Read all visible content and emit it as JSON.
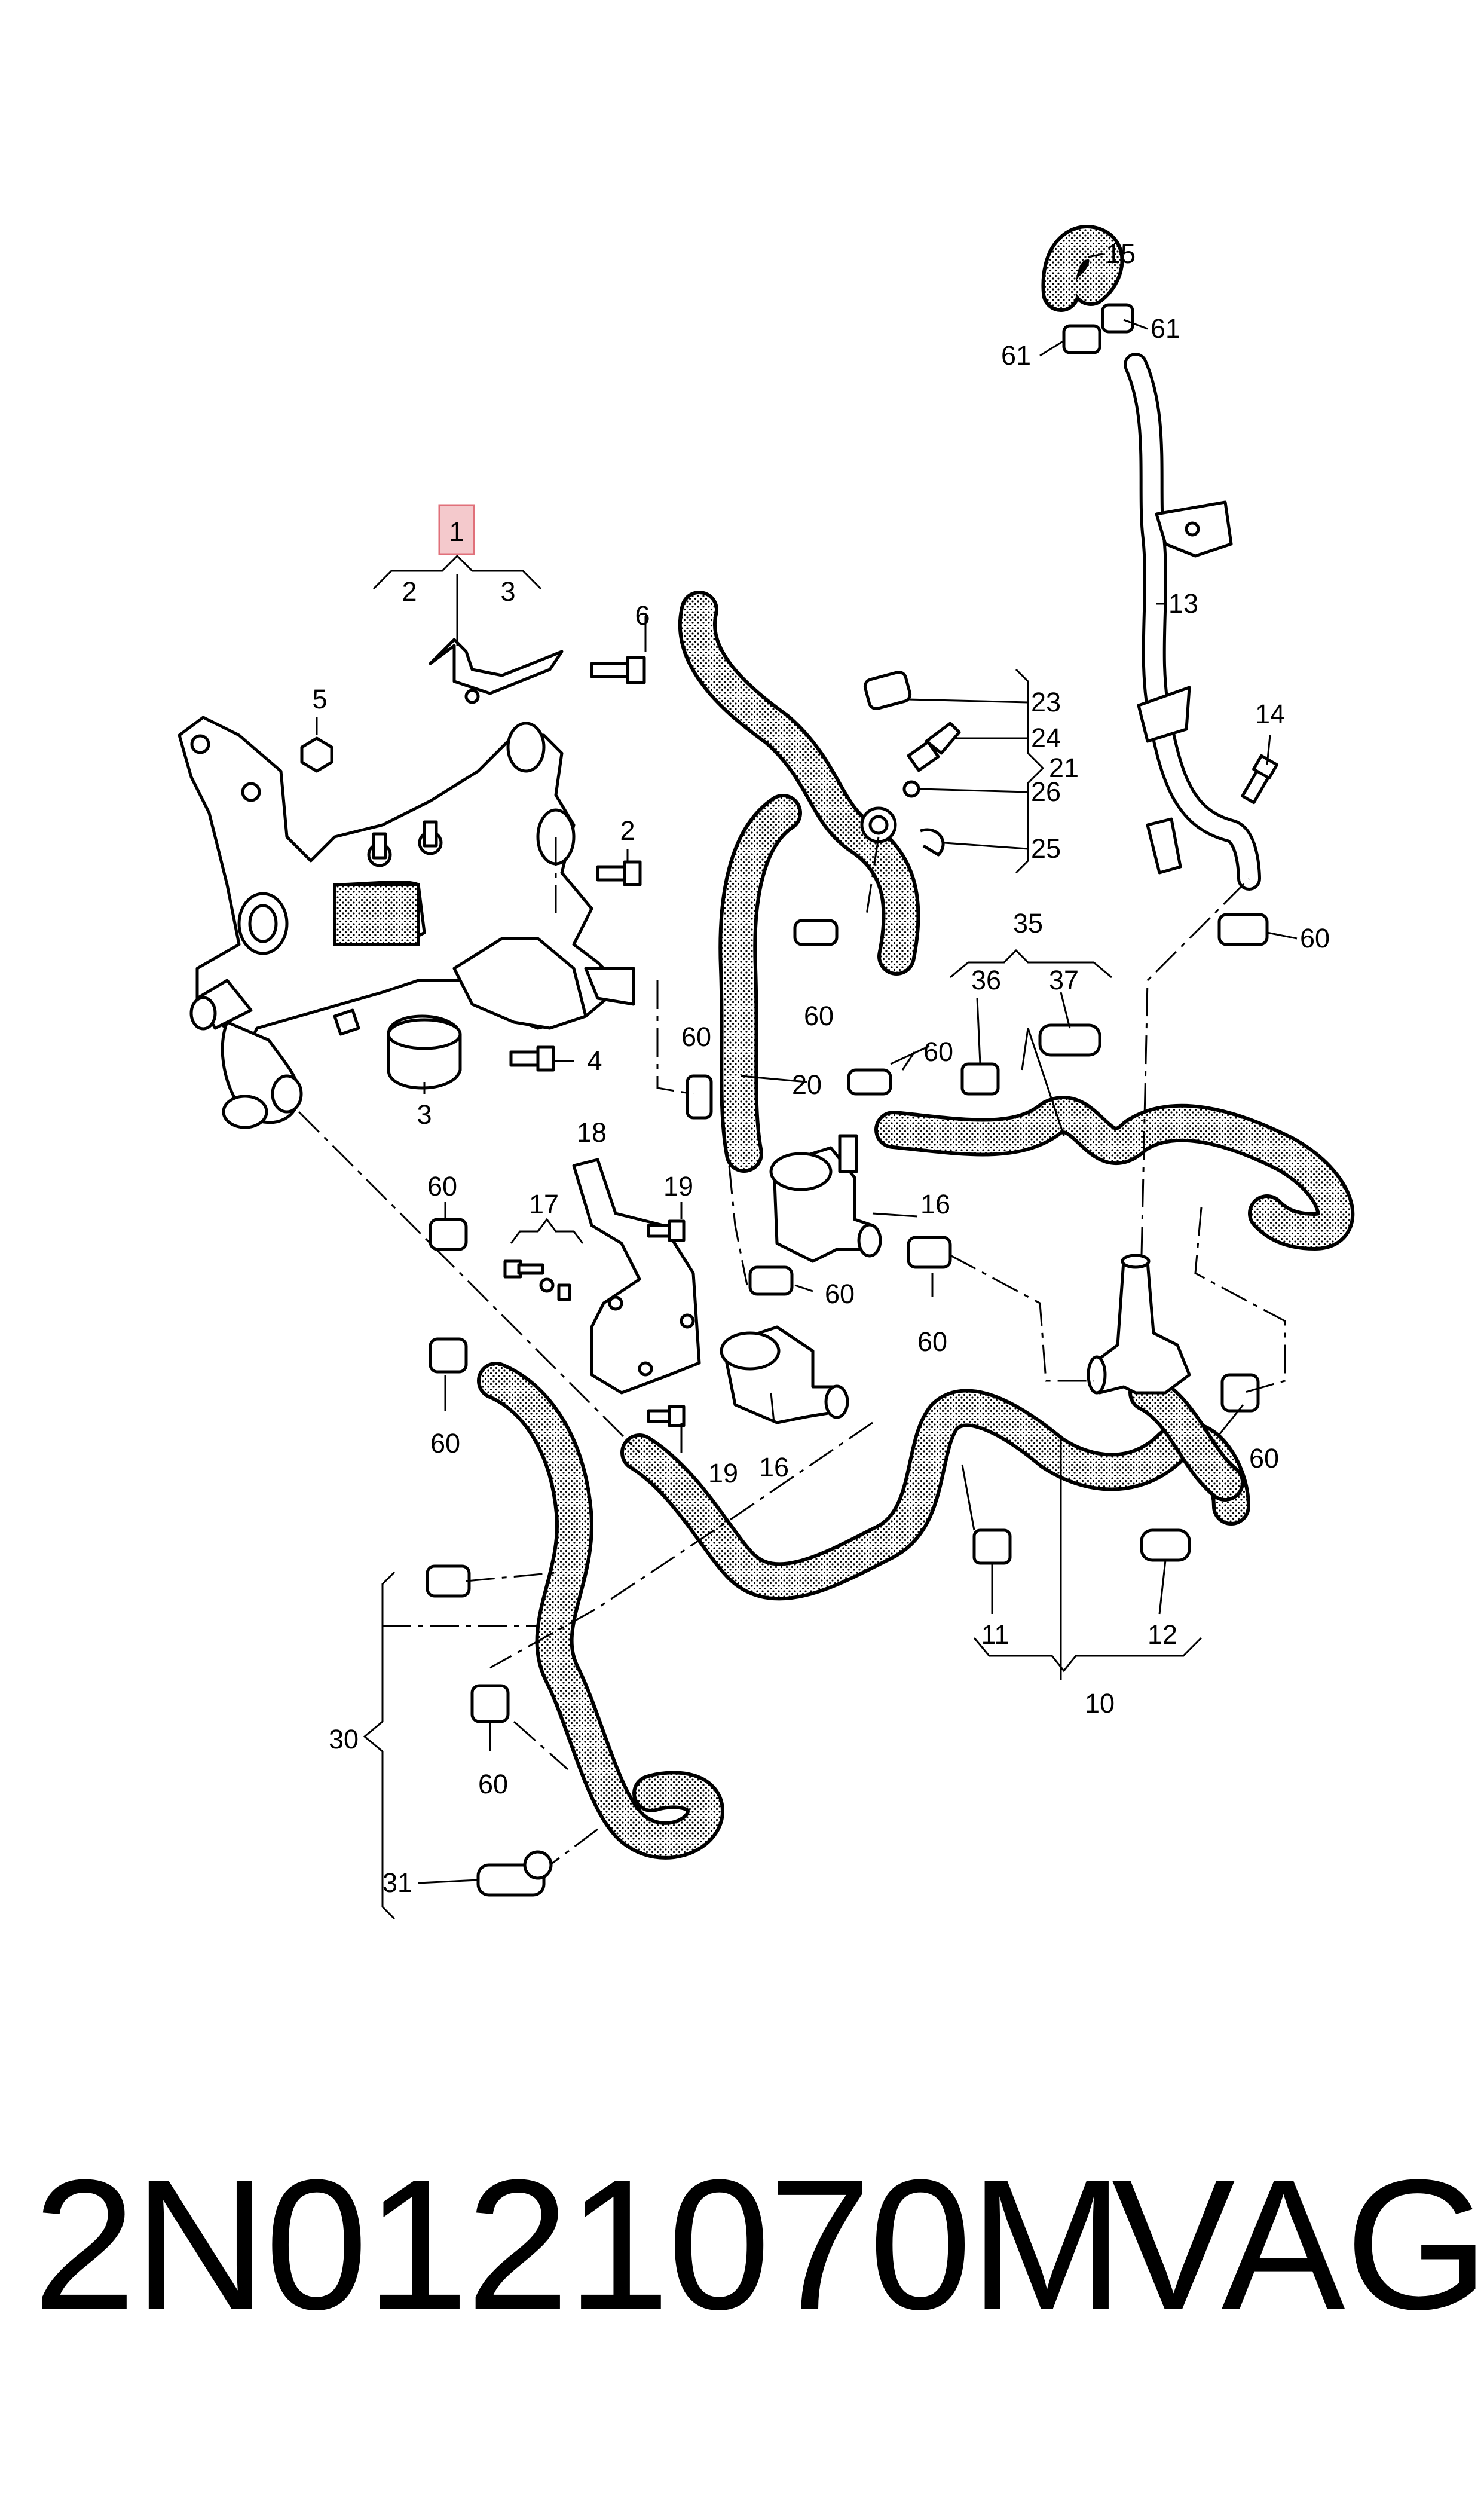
{
  "diagram": {
    "labels": [
      "1",
      "2",
      "3",
      "6",
      "5",
      "2",
      "4",
      "3",
      "60",
      "60",
      "17",
      "18",
      "19",
      "19",
      "16",
      "16",
      "60",
      "60",
      "20",
      "60",
      "60",
      "23",
      "24",
      "26",
      "25",
      "21",
      "15",
      "61",
      "61",
      "13",
      "14",
      "60",
      "35",
      "36",
      "37",
      "60",
      "60",
      "10",
      "11",
      "12",
      "30",
      "31",
      "60",
      "60"
    ]
  },
  "footer": {
    "part_number": "2N0121070M",
    "brand": "VAG"
  },
  "colors": {
    "highlight_box": "#f4c9cc",
    "highlight_border": "#e0707a"
  }
}
